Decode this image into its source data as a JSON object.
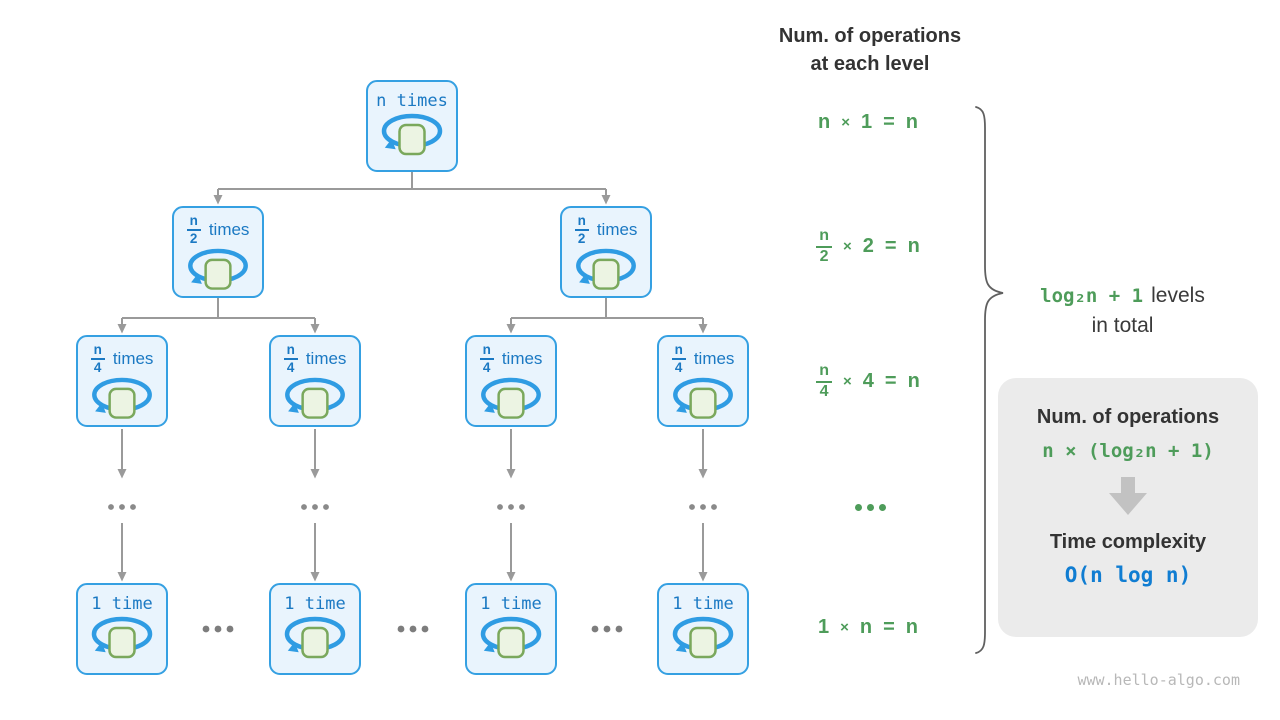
{
  "header": {
    "line1": "Num. of operations",
    "line2": "at each level"
  },
  "tree": {
    "root": {
      "label": "n times"
    },
    "level2": [
      {
        "num": "n",
        "den": "2",
        "suffix": "times"
      },
      {
        "num": "n",
        "den": "2",
        "suffix": "times"
      }
    ],
    "level3": [
      {
        "num": "n",
        "den": "4",
        "suffix": "times"
      },
      {
        "num": "n",
        "den": "4",
        "suffix": "times"
      },
      {
        "num": "n",
        "den": "4",
        "suffix": "times"
      },
      {
        "num": "n",
        "den": "4",
        "suffix": "times"
      }
    ],
    "bottom": [
      {
        "label": "1 time"
      },
      {
        "label": "1 time"
      },
      {
        "label": "1 time"
      },
      {
        "label": "1 time"
      }
    ],
    "ellipsis": "..."
  },
  "equations": {
    "eq1": {
      "lhs": "n",
      "op": "×",
      "factor": "1",
      "eq": "=",
      "rhs": "n"
    },
    "eq2": {
      "num": "n",
      "den": "2",
      "op": "×",
      "factor": "2",
      "eq": "=",
      "rhs": "n"
    },
    "eq3": {
      "num": "n",
      "den": "4",
      "op": "×",
      "factor": "4",
      "eq": "=",
      "rhs": "n"
    },
    "ellipsis": "...",
    "eq5": {
      "lhs": "1",
      "op": "×",
      "factor": "n",
      "eq": "=",
      "rhs": "n"
    }
  },
  "brace_label": {
    "green": "log₂n + 1",
    "dark": "levels",
    "line2": "in total"
  },
  "summary": {
    "title1": "Num. of operations",
    "formula": "n × (log₂n + 1)",
    "title2": "Time complexity",
    "complexity": "O(n log n)"
  },
  "watermark": "www.hello-algo.com",
  "colors": {
    "node_border": "#35a0e2",
    "node_fill": "#e9f4fd",
    "node_text": "#1b79c3",
    "loop_stroke": "#2f9ce3",
    "square_fill": "#ecf4e3",
    "square_border": "#7aa85c",
    "connector_gray": "#9a9a9a",
    "green": "#4e9c5a",
    "complexity_blue": "#107dd2",
    "summary_bg": "#ebebeb",
    "dark_text": "#333333"
  }
}
